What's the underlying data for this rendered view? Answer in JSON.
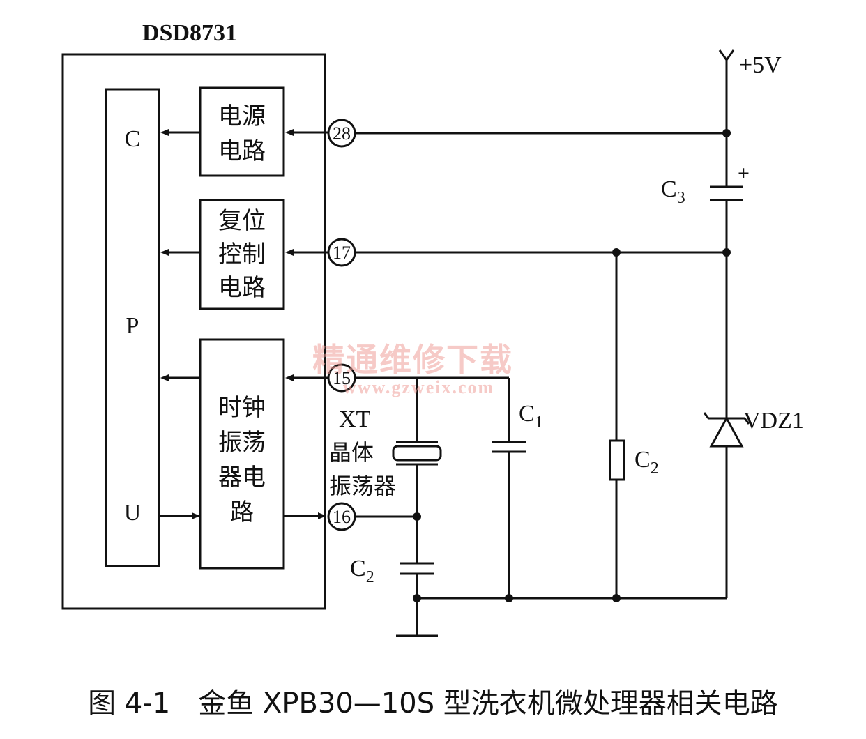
{
  "chip": {
    "name": "DSD8731",
    "cpu_letters": [
      "C",
      "P",
      "U"
    ],
    "blocks": {
      "power": [
        "电源",
        "电路"
      ],
      "reset": [
        "复位",
        "控制",
        "电路"
      ],
      "clock": [
        "时钟",
        "振荡",
        "器电",
        "路"
      ]
    },
    "pins": {
      "p28": "28",
      "p17": "17",
      "p15": "15",
      "p16": "16"
    }
  },
  "supply": {
    "label": "+5V"
  },
  "components": {
    "c3": {
      "base": "C",
      "sub": "3",
      "polarity": "+"
    },
    "c1": {
      "base": "C",
      "sub": "1"
    },
    "c2_resistor": {
      "base": "C",
      "sub": "2"
    },
    "c2_cap": {
      "base": "C",
      "sub": "2"
    },
    "vdz1": "VDZ1",
    "crystal": [
      "XT",
      "晶体",
      "振荡器"
    ]
  },
  "watermark": {
    "text": "精通维修下载",
    "url": "www.gzweix.com"
  },
  "caption": "图 4-1　金鱼 XPB30—10S 型洗衣机微处理器相关电路"
}
